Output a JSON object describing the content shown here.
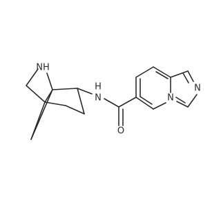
{
  "structure": {
    "atoms": [
      {
        "id": "n_amine",
        "label": "NH"
      },
      {
        "id": "n_amide",
        "label": "H\nN"
      },
      {
        "id": "o_carbonyl",
        "label": "O"
      },
      {
        "id": "n_bridge",
        "label": "N"
      },
      {
        "id": "n_imidazole",
        "label": "N"
      }
    ]
  },
  "colors": {
    "bond": "#2b2b2b",
    "nitrogen": "#3050f8",
    "oxygen": "#ff0d0d"
  }
}
